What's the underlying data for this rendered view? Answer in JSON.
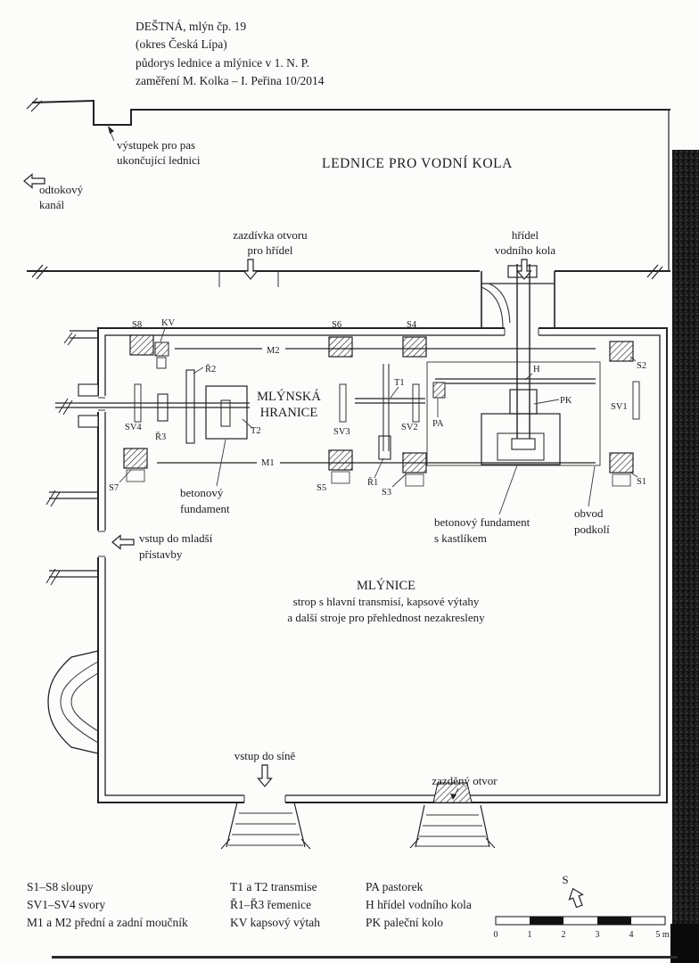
{
  "title_block": {
    "line1": "DEŠTNÁ, mlýn čp. 19",
    "line2": "(okres Česká Lípa)",
    "line3": "půdorys lednice a mlýnice v 1. N. P.",
    "line4": "zaměření M. Kolka – I. Peřina 10/2014"
  },
  "rooms": {
    "lednice": "LEDNICE PRO VODNÍ KOLA",
    "mlynice": "MLÝNICE",
    "mlynice_note1": "strop s hlavní transmisí, kapsové výtahy",
    "mlynice_note2": "a další stroje pro přehlednost nezakresleny",
    "mlynska_hranice1": "MLÝNSKÁ",
    "mlynska_hranice2": "HRANICE"
  },
  "annotations": {
    "vystupek1": "výstupek pro pas",
    "vystupek2": "ukončující lednici",
    "odtokovy1": "odtokový",
    "odtokovy2": "kanál",
    "zazdivka1": "zazdívka otvoru",
    "zazdivka2": "pro hřídel",
    "hridel1": "hřídel",
    "hridel2": "vodního kola",
    "beton_fund1": "betonový",
    "beton_fund2": "fundament",
    "beton_kast1": "betonový fundament",
    "beton_kast2": "s kastlíkem",
    "obvod1": "obvod",
    "obvod2": "podkolí",
    "vstup_pristavba1": "vstup do mladší",
    "vstup_pristavba2": "přístavby",
    "vstup_sine": "vstup do síně",
    "zazdeny_otvor": "zazděný otvor"
  },
  "part_labels": {
    "s1": "S1",
    "s2": "S2",
    "s3": "S3",
    "s4": "S4",
    "s5": "S5",
    "s6": "S6",
    "s7": "S7",
    "s8": "S8",
    "sv1": "SV1",
    "sv2": "SV2",
    "sv3": "SV3",
    "sv4": "SV4",
    "m1": "M1",
    "m2": "M2",
    "t1": "T1",
    "t2": "T2",
    "r1": "Ř1",
    "r2": "Ř2",
    "r3": "Ř3",
    "kv": "KV",
    "pa": "PA",
    "h": "H",
    "pk": "PK"
  },
  "legend": {
    "col1": [
      "S1–S8 sloupy",
      "SV1–SV4 svory",
      "M1 a M2 přední a zadní moučník"
    ],
    "col2": [
      "T1 a T2 transmise",
      "Ř1–Ř3 řemenice",
      "KV kapsový výtah"
    ],
    "col3": [
      "PA pastorek",
      "H hřídel vodního kola",
      "PK paleční kolo"
    ]
  },
  "compass": {
    "north": "S"
  },
  "scale_bar": {
    "ticks": [
      "0",
      "1",
      "2",
      "3",
      "4"
    ],
    "last": "5 m"
  },
  "colors": {
    "ink": "#1c1c1c",
    "scan_band": "#191919"
  }
}
